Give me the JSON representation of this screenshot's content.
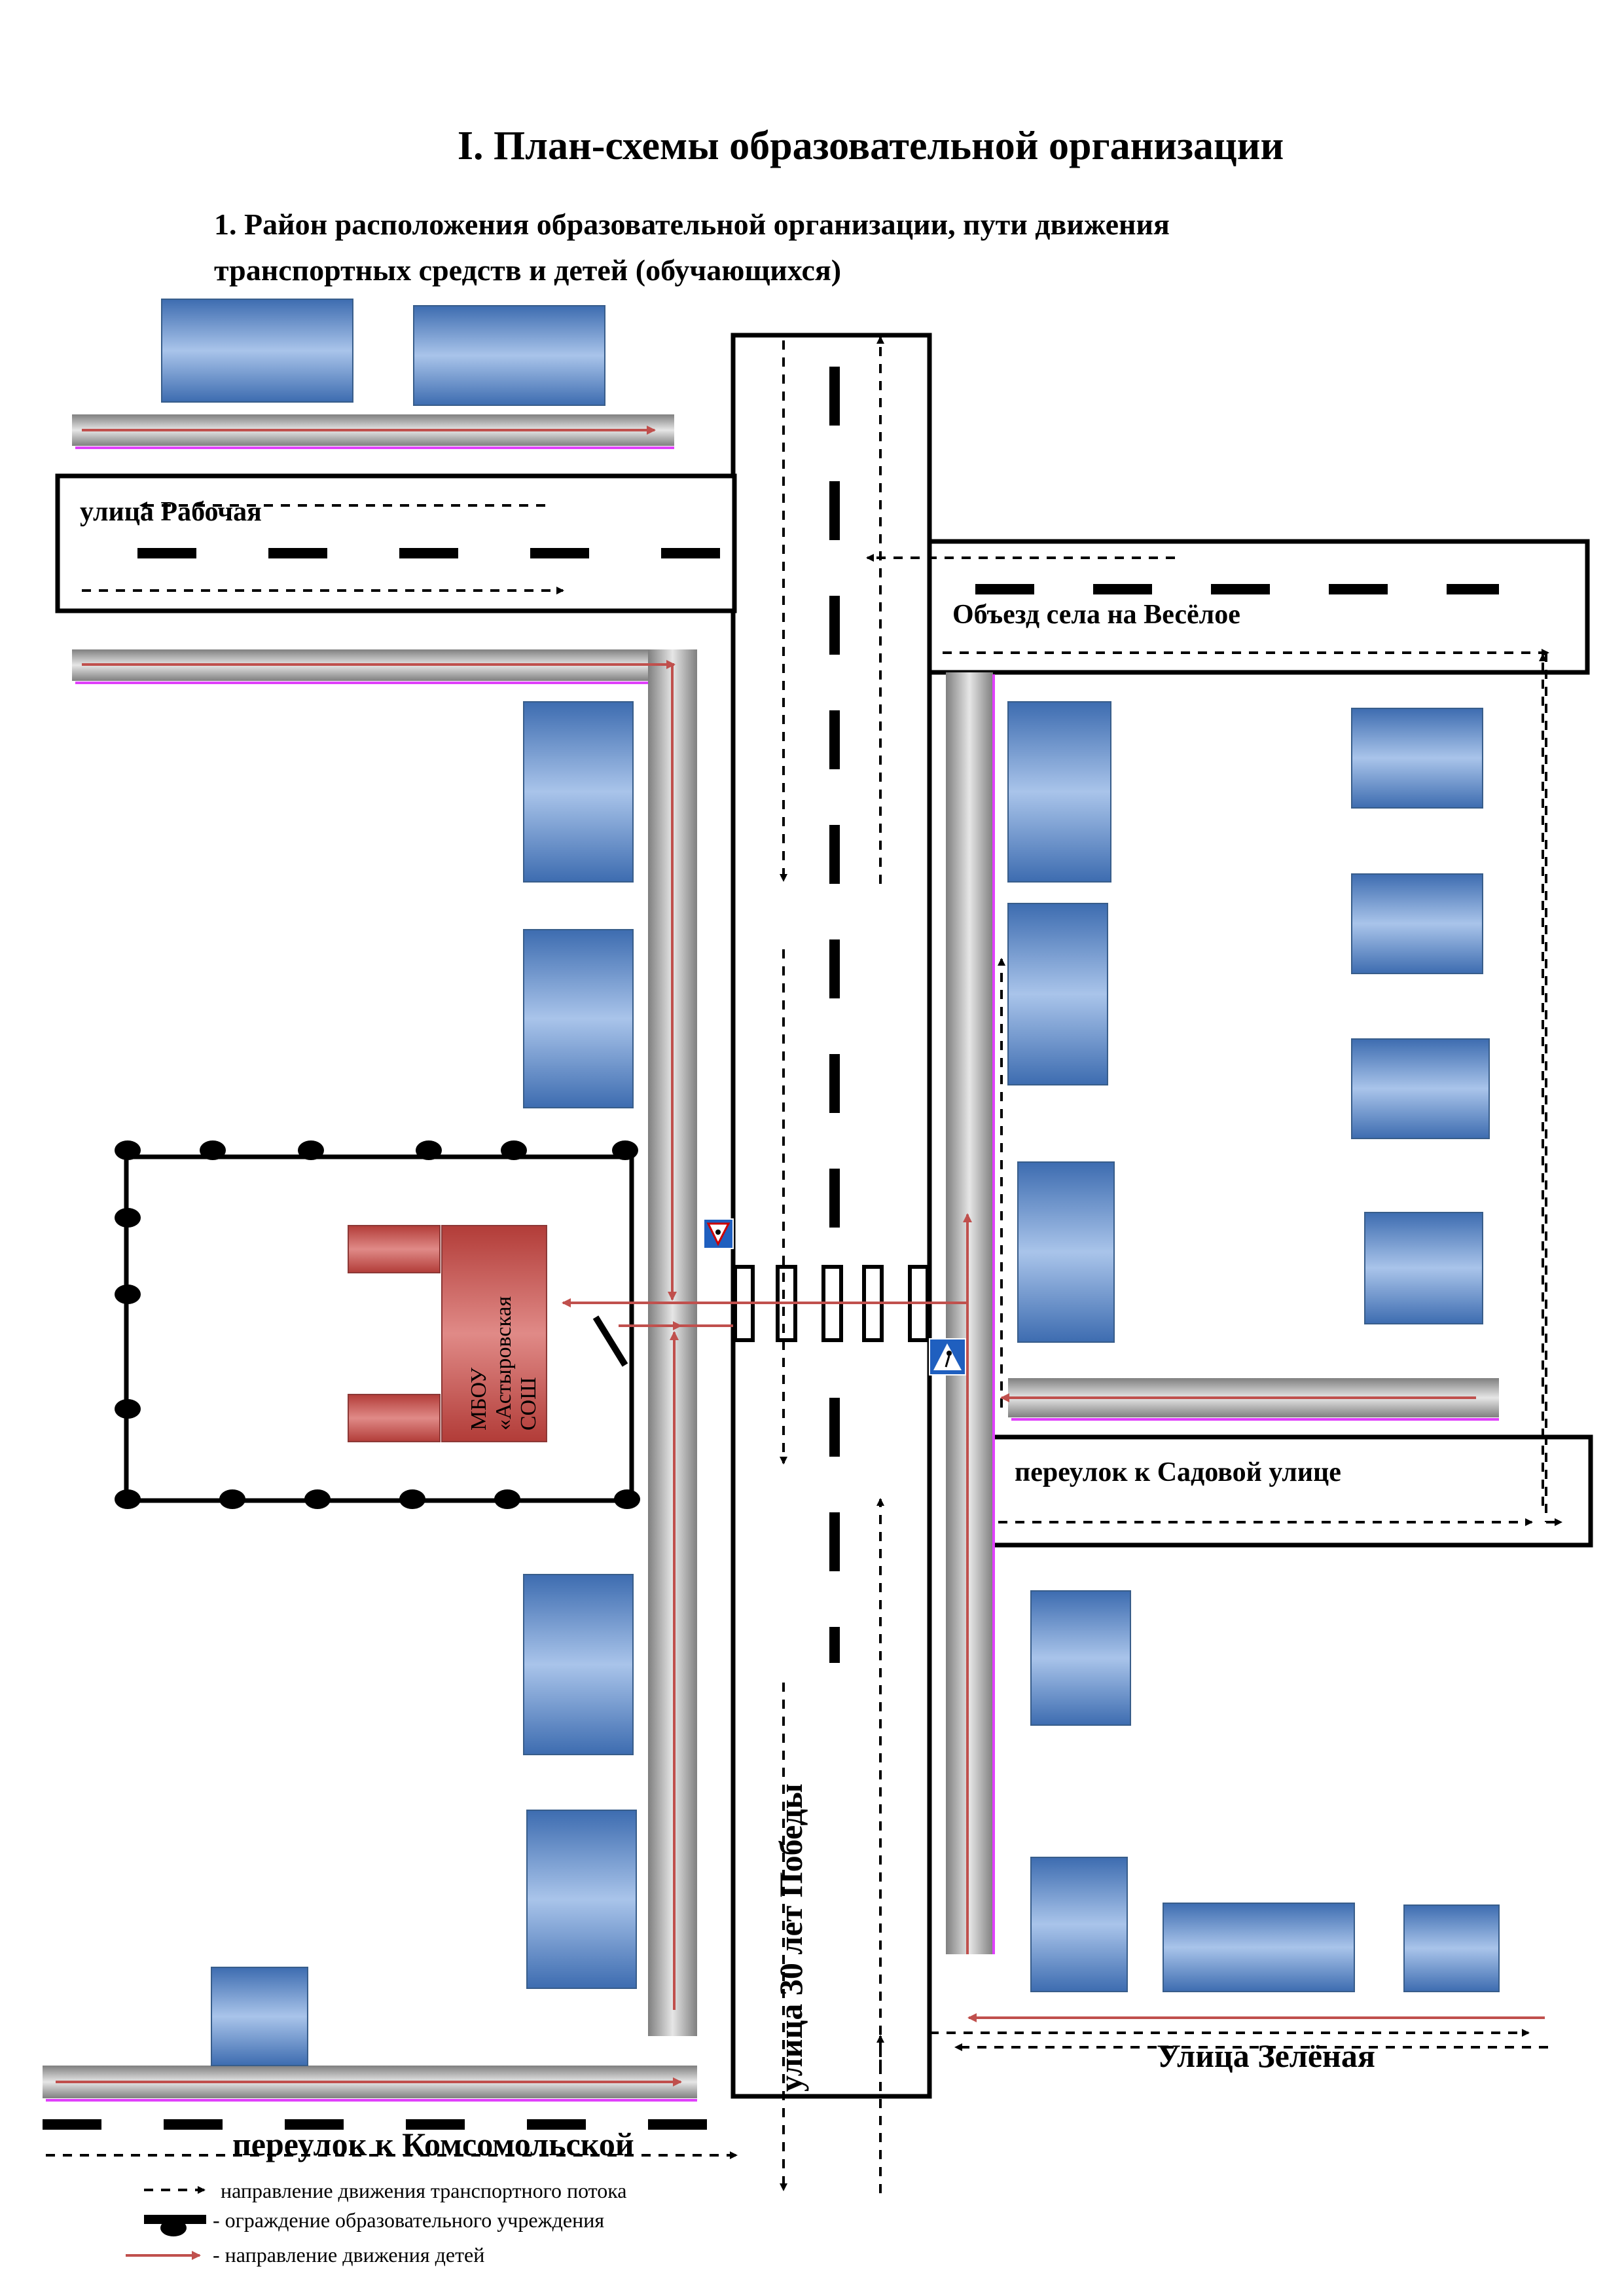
{
  "title": "I. План-схемы образовательной организации",
  "subtitle_line1": "1. Район расположения образовательной организации, пути движения",
  "subtitle_line2": "транспортных средств и детей (обучающихся)",
  "streets": {
    "rabochaya": "улица  Рабочая",
    "obezd": "Объезд села на Весёлое",
    "pobedy": "улица 30 лет Победы",
    "sadovaya": "переулок к Садовой улице",
    "zelenaya": "Улица Зелёная",
    "komsomolskaya": "переулок к Комсомольской"
  },
  "school": {
    "line1": "МБОУ",
    "line2": "«Астыровская",
    "line3": "СОШ"
  },
  "legend": {
    "traffic": "направление движения транспортного потока",
    "fence": "- ограждение образовательного учреждения",
    "children": "- направление движения детей"
  },
  "colors": {
    "building": "#5b87c3",
    "school": "#c0504d",
    "sidewalk": "#a6a6a6",
    "child_path": "#c0504d",
    "road_outline": "#000000"
  },
  "icons": {
    "sign_children": "children-crossing-sign-icon",
    "sign_crosswalk": "pedestrian-crossing-sign-icon"
  }
}
